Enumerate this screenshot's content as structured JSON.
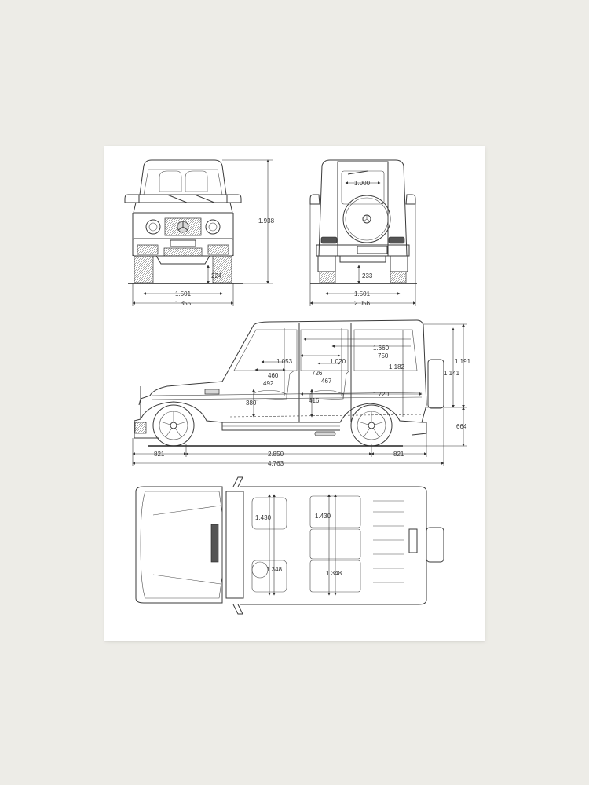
{
  "print": {
    "subject": "Off-road SUV blueprint with dimensions (mm)",
    "background_color": "#edece7",
    "paper_color": "#ffffff",
    "line_color": "#333333"
  },
  "front_view": {
    "height": "1.938",
    "ground_clearance": "224",
    "track": "1.501",
    "width": "1.855"
  },
  "rear_view": {
    "window_width": "1.000",
    "ground_clearance": "233",
    "track": "1.501",
    "width_with_mirrors": "2.056"
  },
  "side_view": {
    "front_headroom": "1.053",
    "rear_headroom": "1.020",
    "front_legroom_a": "460",
    "front_legroom_b": "492",
    "rear_legroom_a": "726",
    "rear_legroom_b": "467",
    "front_seat_height": "380",
    "rear_seat_height": "416",
    "cargo_length_upper": "1.660",
    "cargo_length_window": "750",
    "cargo_height": "1.182",
    "cargo_length_floor": "1.720",
    "roof_to_floor": "1.191",
    "interior_height": "1.141",
    "load_height": "664",
    "front_overhang": "821",
    "wheelbase": "2.850",
    "rear_overhang": "821",
    "overall_length": "4.763"
  },
  "top_view": {
    "front_shoulder_width": "1.430",
    "rear_shoulder_width": "1.430",
    "front_hip_width": "1.348",
    "rear_hip_width": "1.348"
  }
}
